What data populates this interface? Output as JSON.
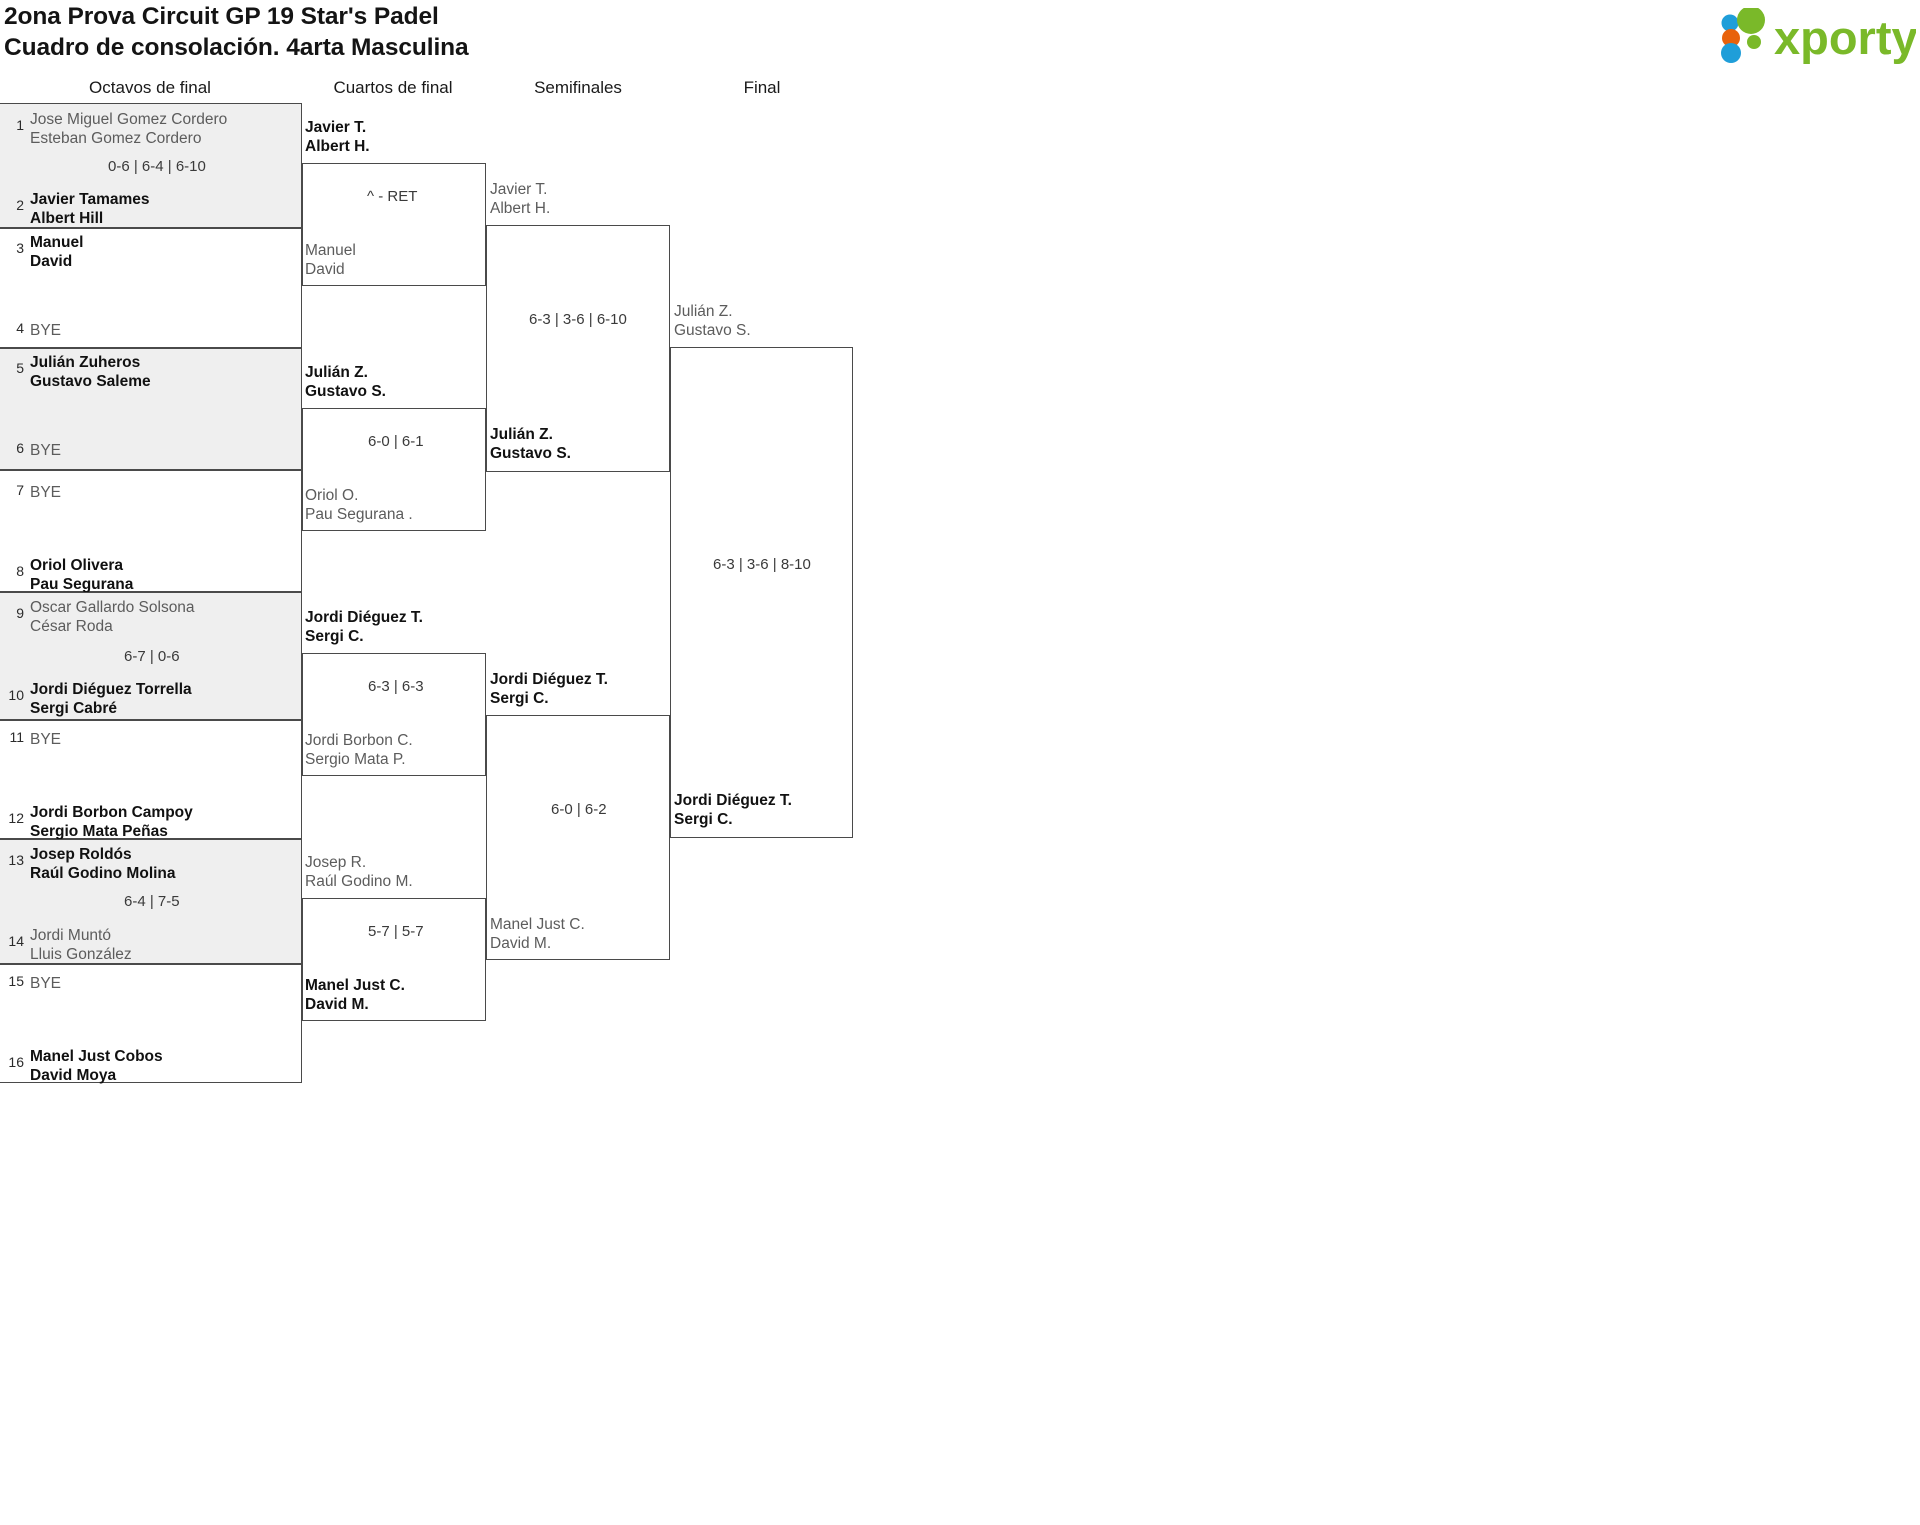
{
  "header": {
    "title_line1": "2ona Prova Circuit GP 19 Star's Padel",
    "title_line2": "Cuadro de consolación. 4arta Masculina",
    "logo_text": "xporty",
    "logo_colors": {
      "green": "#7ab929",
      "orange": "#e8620c",
      "blue": "#1f9ed9"
    }
  },
  "rounds": [
    {
      "label": "Octavos de final"
    },
    {
      "label": "Cuartos de final"
    },
    {
      "label": "Semifinales"
    },
    {
      "label": "Final"
    }
  ],
  "round16": [
    {
      "shaded": true,
      "score": "0-6 | 6-4 | 6-10",
      "top": {
        "seed": "1",
        "line1": "Jose Miguel Gomez Cordero",
        "line2": "Esteban Gomez Cordero",
        "result": "lose"
      },
      "bottom": {
        "seed": "2",
        "line1": "Javier Tamames",
        "line2": "Albert Hill",
        "result": "win"
      }
    },
    {
      "shaded": false,
      "score": "",
      "top": {
        "seed": "3",
        "line1": "Manuel",
        "line2": "David",
        "result": "win"
      },
      "bottom": {
        "seed": "4",
        "line1": "BYE",
        "line2": "",
        "result": "bye"
      }
    },
    {
      "shaded": true,
      "score": "",
      "top": {
        "seed": "5",
        "line1": "Julián Zuheros",
        "line2": "Gustavo Saleme",
        "result": "win"
      },
      "bottom": {
        "seed": "6",
        "line1": "BYE",
        "line2": "",
        "result": "bye"
      }
    },
    {
      "shaded": false,
      "score": "",
      "top": {
        "seed": "7",
        "line1": "BYE",
        "line2": "",
        "result": "bye"
      },
      "bottom": {
        "seed": "8",
        "line1": "Oriol Olivera",
        "line2": "Pau Segurana",
        "result": "win"
      }
    },
    {
      "shaded": true,
      "score": "6-7 | 0-6",
      "top": {
        "seed": "9",
        "line1": "Oscar Gallardo Solsona",
        "line2": "César Roda",
        "result": "lose"
      },
      "bottom": {
        "seed": "10",
        "line1": "Jordi Diéguez Torrella",
        "line2": "Sergi Cabré",
        "result": "win"
      }
    },
    {
      "shaded": false,
      "score": "",
      "top": {
        "seed": "11",
        "line1": "BYE",
        "line2": "",
        "result": "bye"
      },
      "bottom": {
        "seed": "12",
        "line1": "Jordi Borbon Campoy",
        "line2": "Sergio Mata Peñas",
        "result": "win"
      }
    },
    {
      "shaded": true,
      "score": "6-4 | 7-5",
      "top": {
        "seed": "13",
        "line1": "Josep Roldós",
        "line2": "Raúl Godino Molina",
        "result": "win"
      },
      "bottom": {
        "seed": "14",
        "line1": "Jordi Muntó",
        "line2": "Lluis González",
        "result": "lose"
      }
    },
    {
      "shaded": false,
      "score": "",
      "top": {
        "seed": "15",
        "line1": "BYE",
        "line2": "",
        "result": "bye"
      },
      "bottom": {
        "seed": "16",
        "line1": "Manel Just Cobos",
        "line2": "David Moya",
        "result": "win"
      }
    }
  ],
  "quarters": [
    {
      "score": "^ - RET",
      "top": {
        "line1": "Javier T.",
        "line2": "Albert H.",
        "result": "win"
      },
      "bottom": {
        "line1": "Manuel",
        "line2": "David",
        "result": "lose"
      }
    },
    {
      "score": "6-0 | 6-1",
      "top": {
        "line1": "Julián Z.",
        "line2": "Gustavo S.",
        "result": "win"
      },
      "bottom": {
        "line1": "Oriol O.",
        "line2": "Pau Segurana .",
        "result": "lose"
      }
    },
    {
      "score": "6-3 | 6-3",
      "top": {
        "line1": "Jordi Diéguez T.",
        "line2": "Sergi C.",
        "result": "win"
      },
      "bottom": {
        "line1": "Jordi Borbon C.",
        "line2": "Sergio Mata P.",
        "result": "lose"
      }
    },
    {
      "score": "5-7 | 5-7",
      "top": {
        "line1": "Josep R.",
        "line2": "Raúl Godino M.",
        "result": "lose"
      },
      "bottom": {
        "line1": "Manel Just C.",
        "line2": "David M.",
        "result": "win"
      }
    }
  ],
  "semis": [
    {
      "score": "6-3 | 3-6 | 6-10",
      "top": {
        "line1": "Javier T.",
        "line2": "Albert H.",
        "result": "lose"
      },
      "bottom": {
        "line1": "Julián Z.",
        "line2": "Gustavo S.",
        "result": "win"
      }
    },
    {
      "score": "6-0 | 6-2",
      "top": {
        "line1": "Jordi Diéguez T.",
        "line2": "Sergi C.",
        "result": "win"
      },
      "bottom": {
        "line1": "Manel Just C.",
        "line2": "David M.",
        "result": "lose"
      }
    }
  ],
  "final": {
    "score": "6-3 | 3-6 | 8-10",
    "top": {
      "line1": "Julián Z.",
      "line2": "Gustavo S.",
      "result": "lose"
    },
    "bottom": {
      "line1": "Jordi Diéguez T.",
      "line2": "Sergi C.",
      "result": "win"
    }
  }
}
